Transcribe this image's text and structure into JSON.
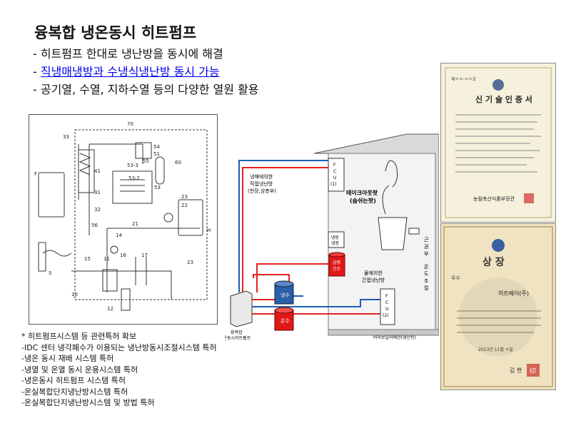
{
  "title": "융복합 냉온동시 히트펌프",
  "bullets": [
    "- 히트펌프 한대로 냉난방을 동시에 해결",
    "- ",
    "직냉매냉방과 수냉식냉난방 동시 가능",
    "- 공기열, 수열, 지하수열 등의 다양한 열원 활용"
  ],
  "patents": [
    "* 히트펌프시스템 등 관련특허 확보",
    "-IDC 센터 냉각폐수가 이용되는 냉난방동시조절시스템 특허",
    "-냉온 동시 재배 시스템 특허",
    "-냉열 및 온열 동시 운용시스템 특허",
    "-냉온동시 히트펌프 시스템 특허",
    "-온실복합단지냉난방시스템 특허",
    "-온실복합단지냉난방시스템 및 방법 특허"
  ],
  "schematic": {
    "refs": [
      "70",
      "33",
      "54",
      "51",
      "55",
      "53-3",
      "53-2",
      "60",
      "F",
      "41",
      "31",
      "53",
      "23",
      "32",
      "22",
      "21",
      "56",
      "14",
      "16",
      "17",
      "15",
      "11",
      "10",
      "12",
      "H",
      "S"
    ]
  },
  "plant": {
    "direct_label": [
      "냉매에의한",
      "직접냉난방",
      "(천장,상층부)"
    ],
    "fcu1": [
      "F",
      "C",
      "U",
      "(1)"
    ],
    "takeout": [
      "테이크아웃팟",
      "(숨쉬는팟)"
    ],
    "cooling_storage": [
      "냉동",
      "냉장"
    ],
    "quick_dry": [
      "급랭",
      "건조"
    ],
    "indirect_label": [
      "물에의한",
      "간접냉난방"
    ],
    "root_temp": [
      "근",
      "권",
      "부",
      "",
      "온",
      "도",
      "조",
      "절"
    ],
    "fcu2": [
      "F",
      "C",
      "U",
      "(2)"
    ],
    "cold_tank": "냉수",
    "hot_tank": "온수",
    "floor": "바닥보일러배관(냉난방)",
    "heatpump": [
      "융복합",
      "냉온동시히트펌프"
    ]
  },
  "cert1": {
    "no": "제ㅇㅇ-ㅇㅇ호",
    "title": "신 기 술 인 증 서",
    "issuer": "농림축산식품부장관"
  },
  "cert2": {
    "title": "상   장",
    "label": "우수",
    "recipient": "히트베이(주)",
    "date": "2013년   11월  ㅇ일",
    "issuer_right": "김 현",
    "seal_text": "印"
  },
  "colors": {
    "red": "#e82020",
    "blue": "#1f5fb0",
    "tank_red": "#e21818",
    "tank_blue": "#2b5fa8"
  }
}
